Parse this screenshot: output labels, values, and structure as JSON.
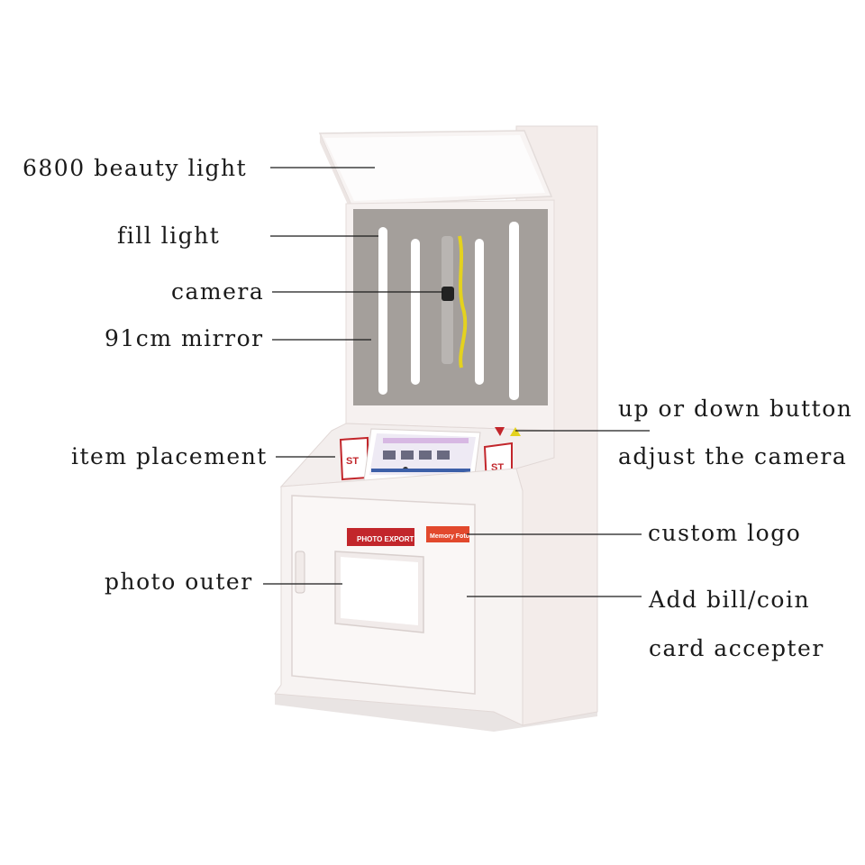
{
  "labels": {
    "beauty_light": "6800 beauty light",
    "fill_light": "fill light",
    "camera": "camera",
    "mirror": "91cm mirror",
    "item_placement": "item placement",
    "photo_outer": "photo outer",
    "up_down_button": "up or down button",
    "adjust_camera": "adjust the camera",
    "custom_logo": "custom logo",
    "bill_coin": "Add bill/coin",
    "card_accepter": "card accepter"
  },
  "machine": {
    "photo_export_label": "PHOTO EXPORT",
    "logo_text": "Memory Foto",
    "sign_text": "ST"
  },
  "colors": {
    "body": "#f7f2f1",
    "mirror": "#a49f9b",
    "light_bar": "#ffffff",
    "red_sign": "#c2262b",
    "tape": "#e4d21f"
  }
}
